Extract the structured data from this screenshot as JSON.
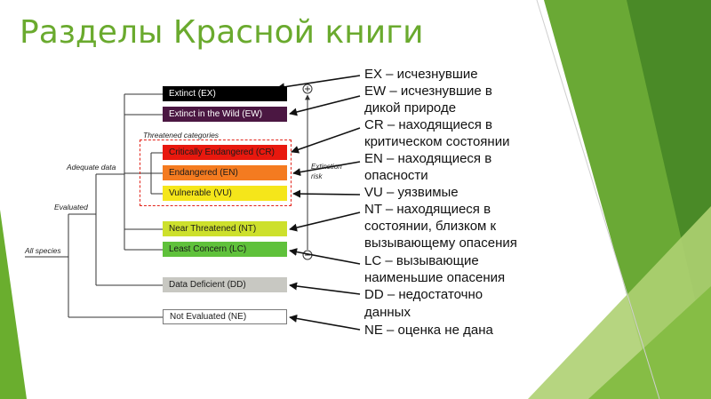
{
  "slide": {
    "title": "Разделы Красной книги",
    "title_color": "#6aaa2e"
  },
  "diagram": {
    "labels": {
      "all_species": "All species",
      "evaluated": "Evaluated",
      "adequate_data": "Adequate data",
      "threatened_categories": "Threatened categories",
      "extinction_risk_line1": "Extinction",
      "extinction_risk_line2": "risk"
    },
    "risk_axis": {
      "high_icon": "plus-circle-icon",
      "low_icon": "minus-circle-icon"
    },
    "threatened_border_color": "#e2231a",
    "categories": [
      {
        "label": "Extinct (EX)",
        "fill": "#000000",
        "text_color": "#ffffff"
      },
      {
        "label": "Extinct in the Wild (EW)",
        "fill": "#4b1742",
        "text_color": "#ffffff"
      },
      {
        "label": "Critically Endangered (CR)",
        "fill": "#e8180e",
        "text_color": "#1a1a1a"
      },
      {
        "label": "Endangered (EN)",
        "fill": "#f47b20",
        "text_color": "#1a1a1a"
      },
      {
        "label": "Vulnerable (VU)",
        "fill": "#f5e61a",
        "text_color": "#1a1a1a"
      },
      {
        "label": "Near Threatened (NT)",
        "fill": "#cde02c",
        "text_color": "#1a1a1a"
      },
      {
        "label": "Least Concern (LC)",
        "fill": "#5fc13b",
        "text_color": "#1a1a1a"
      },
      {
        "label": "Data Deficient (DD)",
        "fill": "#c8c8c2",
        "text_color": "#1a1a1a"
      },
      {
        "label": "Not Evaluated (NE)",
        "fill": "#ffffff",
        "text_color": "#1a1a1a",
        "border": "#7a7a7a"
      }
    ]
  },
  "legend": {
    "lines": [
      "EX – исчезнувшие",
      "EW – исчезнувшие в",
      "дикой природе",
      "CR – находящиеся в",
      "критическом состоянии",
      "EN – находящиеся в",
      "опасности",
      "VU – уязвимые",
      "NT – находящиеся в",
      "состоянии, близком к",
      "вызывающему опасения",
      "LC – вызывающие",
      "наименьшие опасения",
      "DD – недостаточно",
      "данных",
      "NE – оценка не дана"
    ]
  }
}
